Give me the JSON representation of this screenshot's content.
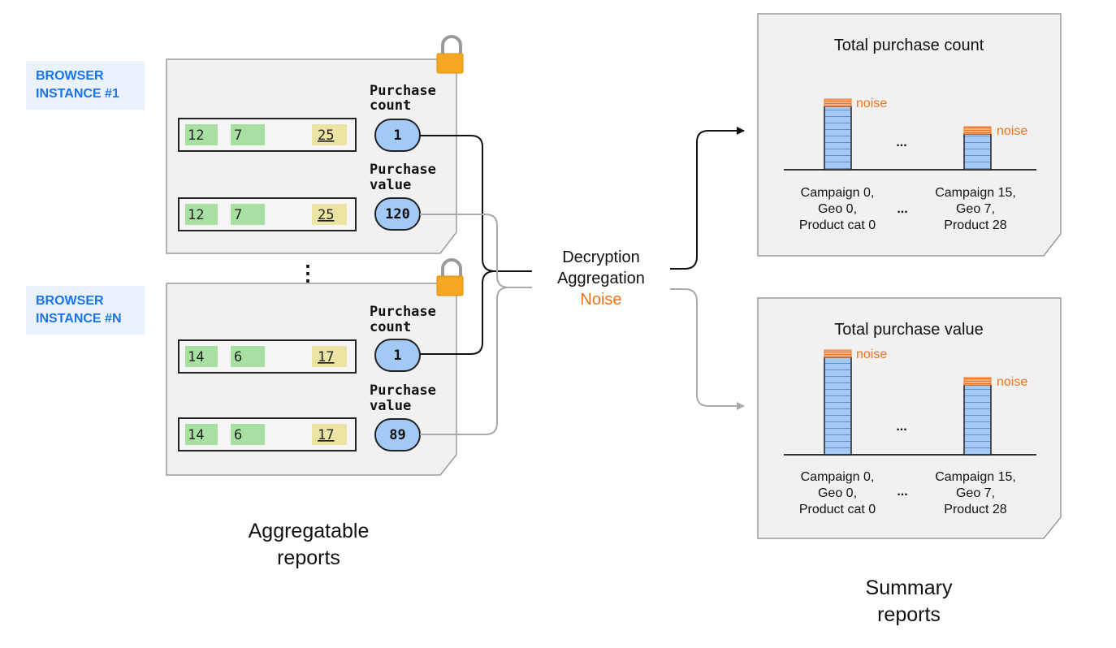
{
  "browsers": [
    {
      "line1": "BROWSER",
      "line2": "INSTANCE #1"
    },
    {
      "line1": "BROWSER",
      "line2": "INSTANCE #N"
    }
  ],
  "aggregatable_reports": [
    {
      "rows": [
        {
          "key": [
            "12",
            "7",
            "25"
          ],
          "value_label": [
            "Purchase",
            "count"
          ],
          "value": "1"
        },
        {
          "key": [
            "12",
            "7",
            "25"
          ],
          "value_label": [
            "Purchase",
            "value"
          ],
          "value": "120"
        }
      ]
    },
    {
      "rows": [
        {
          "key": [
            "14",
            "6",
            "17"
          ],
          "value_label": [
            "Purchase",
            "count"
          ],
          "value": "1"
        },
        {
          "key": [
            "14",
            "6",
            "17"
          ],
          "value_label": [
            "Purchase",
            "value"
          ],
          "value": "89"
        }
      ]
    }
  ],
  "vertical_ellipsis": "⋮",
  "aggregatable_caption": [
    "Aggregatable",
    "reports"
  ],
  "process": {
    "line1": "Decryption",
    "line2": "Aggregation",
    "line3": "Noise"
  },
  "summary_reports": [
    {
      "title": "Total purchase count",
      "bars": [
        {
          "label": [
            "Campaign 0,",
            "Geo 0,",
            "Product cat 0"
          ],
          "noise": "noise"
        },
        {
          "label": [
            "Campaign 15,",
            "Geo 7,",
            "Product 28"
          ],
          "noise": "noise"
        }
      ],
      "ellipsis": "...",
      "label_ellipsis": "..."
    },
    {
      "title": "Total purchase value",
      "bars": [
        {
          "label": [
            "Campaign 0,",
            "Geo 0,",
            "Product cat 0"
          ],
          "noise": "noise"
        },
        {
          "label": [
            "Campaign 15,",
            "Geo 7,",
            "Product 28"
          ],
          "noise": "noise"
        }
      ],
      "ellipsis": "...",
      "label_ellipsis": "..."
    }
  ],
  "summary_caption": [
    "Summary",
    "reports"
  ],
  "colors": {
    "key_green": "#a8e0a3",
    "key_yellow": "#ece4a2",
    "value_blue": "#a3c9f6",
    "noise_orange": "#f2711c",
    "browser_blue": "#1a73e8",
    "panel_gray": "#f1f1f1"
  }
}
